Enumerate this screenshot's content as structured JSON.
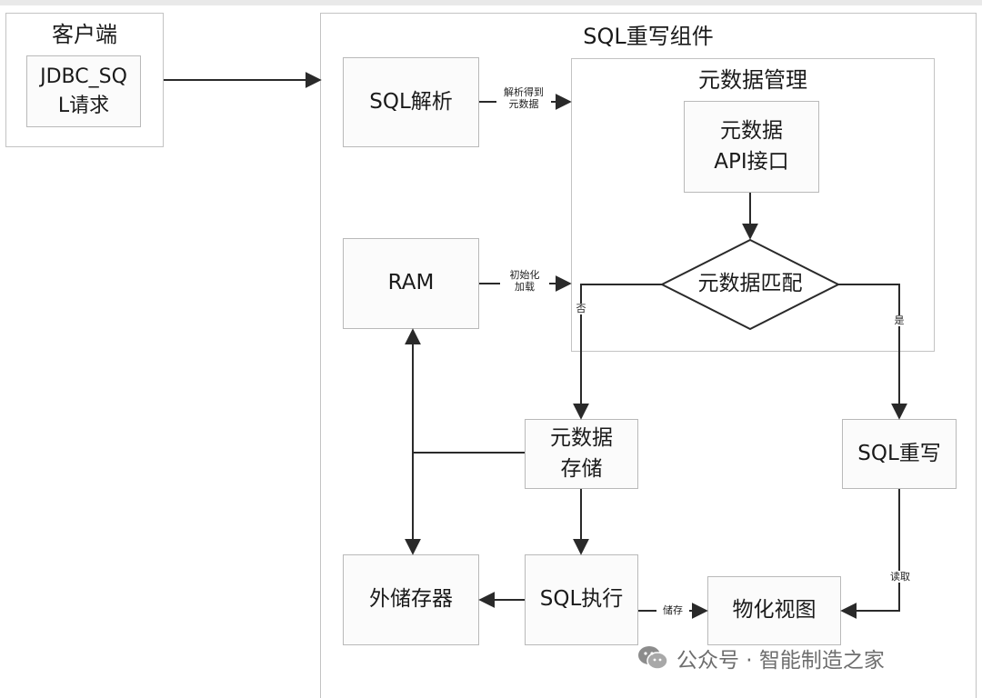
{
  "nodes": {
    "client": "客户端",
    "jdbc_request": "JDBC_SQ\nL请求",
    "sql_rewrite_component": "SQL重写组件",
    "sql_parse": "SQL解析",
    "metadata_management": "元数据管理",
    "metadata_api": "元数据\nAPI接口",
    "metadata_match": "元数据匹配",
    "ram": "RAM",
    "metadata_storage": "元数据\n存储",
    "sql_rewrite": "SQL重写",
    "external_storage": "外储存器",
    "sql_execute": "SQL执行",
    "materialized_view": "物化视图"
  },
  "edges": {
    "parse_to_metadata": "解析得到\n元数据",
    "init_load": "初始化\n加载",
    "no": "否",
    "yes": "是",
    "read": "读取",
    "store": "储存"
  },
  "watermark": {
    "text": "公众号 · 智能制造之家"
  },
  "colors": {
    "line": "#2a2a2a",
    "border": "#b9b9b9",
    "watermark": "#6e6e6e"
  }
}
